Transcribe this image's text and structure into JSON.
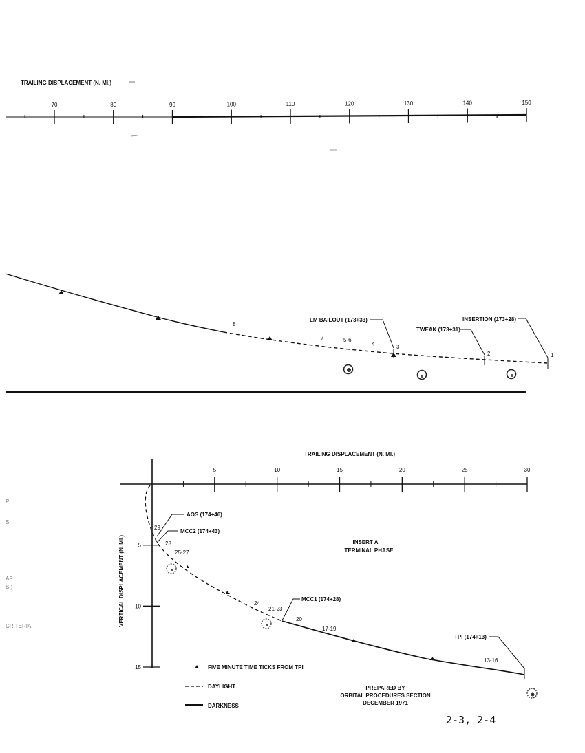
{
  "top_chart": {
    "axis_title": "TRAILING DISPLACEMENT (N. MI.)",
    "ticks": [
      {
        "value": 70,
        "label": "70"
      },
      {
        "value": 80,
        "label": "80"
      },
      {
        "value": 90,
        "label": "90"
      },
      {
        "value": 100,
        "label": "100"
      },
      {
        "value": 110,
        "label": "110"
      },
      {
        "value": 120,
        "label": "120"
      },
      {
        "value": 130,
        "label": "130"
      },
      {
        "value": 140,
        "label": "140"
      },
      {
        "value": 150,
        "label": "150"
      }
    ]
  },
  "middle_chart": {
    "number_labels": [
      {
        "text": "8",
        "x": 102
      },
      {
        "text": "7",
        "x": 112
      },
      {
        "text": "5-6",
        "x": 119
      },
      {
        "text": "4",
        "x": 124
      },
      {
        "text": "3",
        "x": 131
      },
      {
        "text": "2",
        "x": 144
      },
      {
        "text": "1",
        "x": 150
      }
    ],
    "events": [
      {
        "label": "LM BAILOUT (173+33)"
      },
      {
        "label": "TWEAK (173+31)"
      },
      {
        "label": "INSERTION (173+28)"
      }
    ]
  },
  "bottom_chart": {
    "xlabel": "TRAILING DISPLACEMENT (N. MI.)",
    "ylabel": "VERTICAL DISPLACEMENT (N. MI.)",
    "x_ticks": [
      {
        "value": 5,
        "label": "5"
      },
      {
        "value": 10,
        "label": "10"
      },
      {
        "value": 15,
        "label": "15"
      },
      {
        "value": 20,
        "label": "20"
      },
      {
        "value": 25,
        "label": "25"
      },
      {
        "value": 30,
        "label": "30"
      }
    ],
    "y_ticks": [
      {
        "value": 5,
        "label": "5"
      },
      {
        "value": 10,
        "label": "10"
      },
      {
        "value": 15,
        "label": "15"
      }
    ],
    "point_labels": [
      {
        "text": "29"
      },
      {
        "text": "28"
      },
      {
        "text": "25-27"
      },
      {
        "text": "24"
      },
      {
        "text": "21-23"
      },
      {
        "text": "20"
      },
      {
        "text": "17-19"
      },
      {
        "text": "13-16"
      }
    ],
    "events": [
      {
        "label": "AOS (174+46)"
      },
      {
        "label": "MCC2 (174+43)"
      },
      {
        "label": "MCC1 (174+28)"
      },
      {
        "label": "TPI (174+13)"
      }
    ],
    "phase_note": [
      "INSERT A",
      "TERMINAL PHASE"
    ]
  },
  "legend": {
    "items": [
      {
        "label": "FIVE MINUTE TIME TICKS FROM TPI"
      },
      {
        "label": "DAYLIGHT"
      },
      {
        "label": "DARKNESS"
      }
    ]
  },
  "credit": [
    "PREPARED BY",
    "ORBITAL PROCEDURES SECTION",
    "DECEMBER 1971"
  ],
  "page_number": "2-3, 2-4",
  "left_margin_fragments": [
    "P",
    "SI",
    "AP",
    "SI)",
    "CRITERIA"
  ]
}
